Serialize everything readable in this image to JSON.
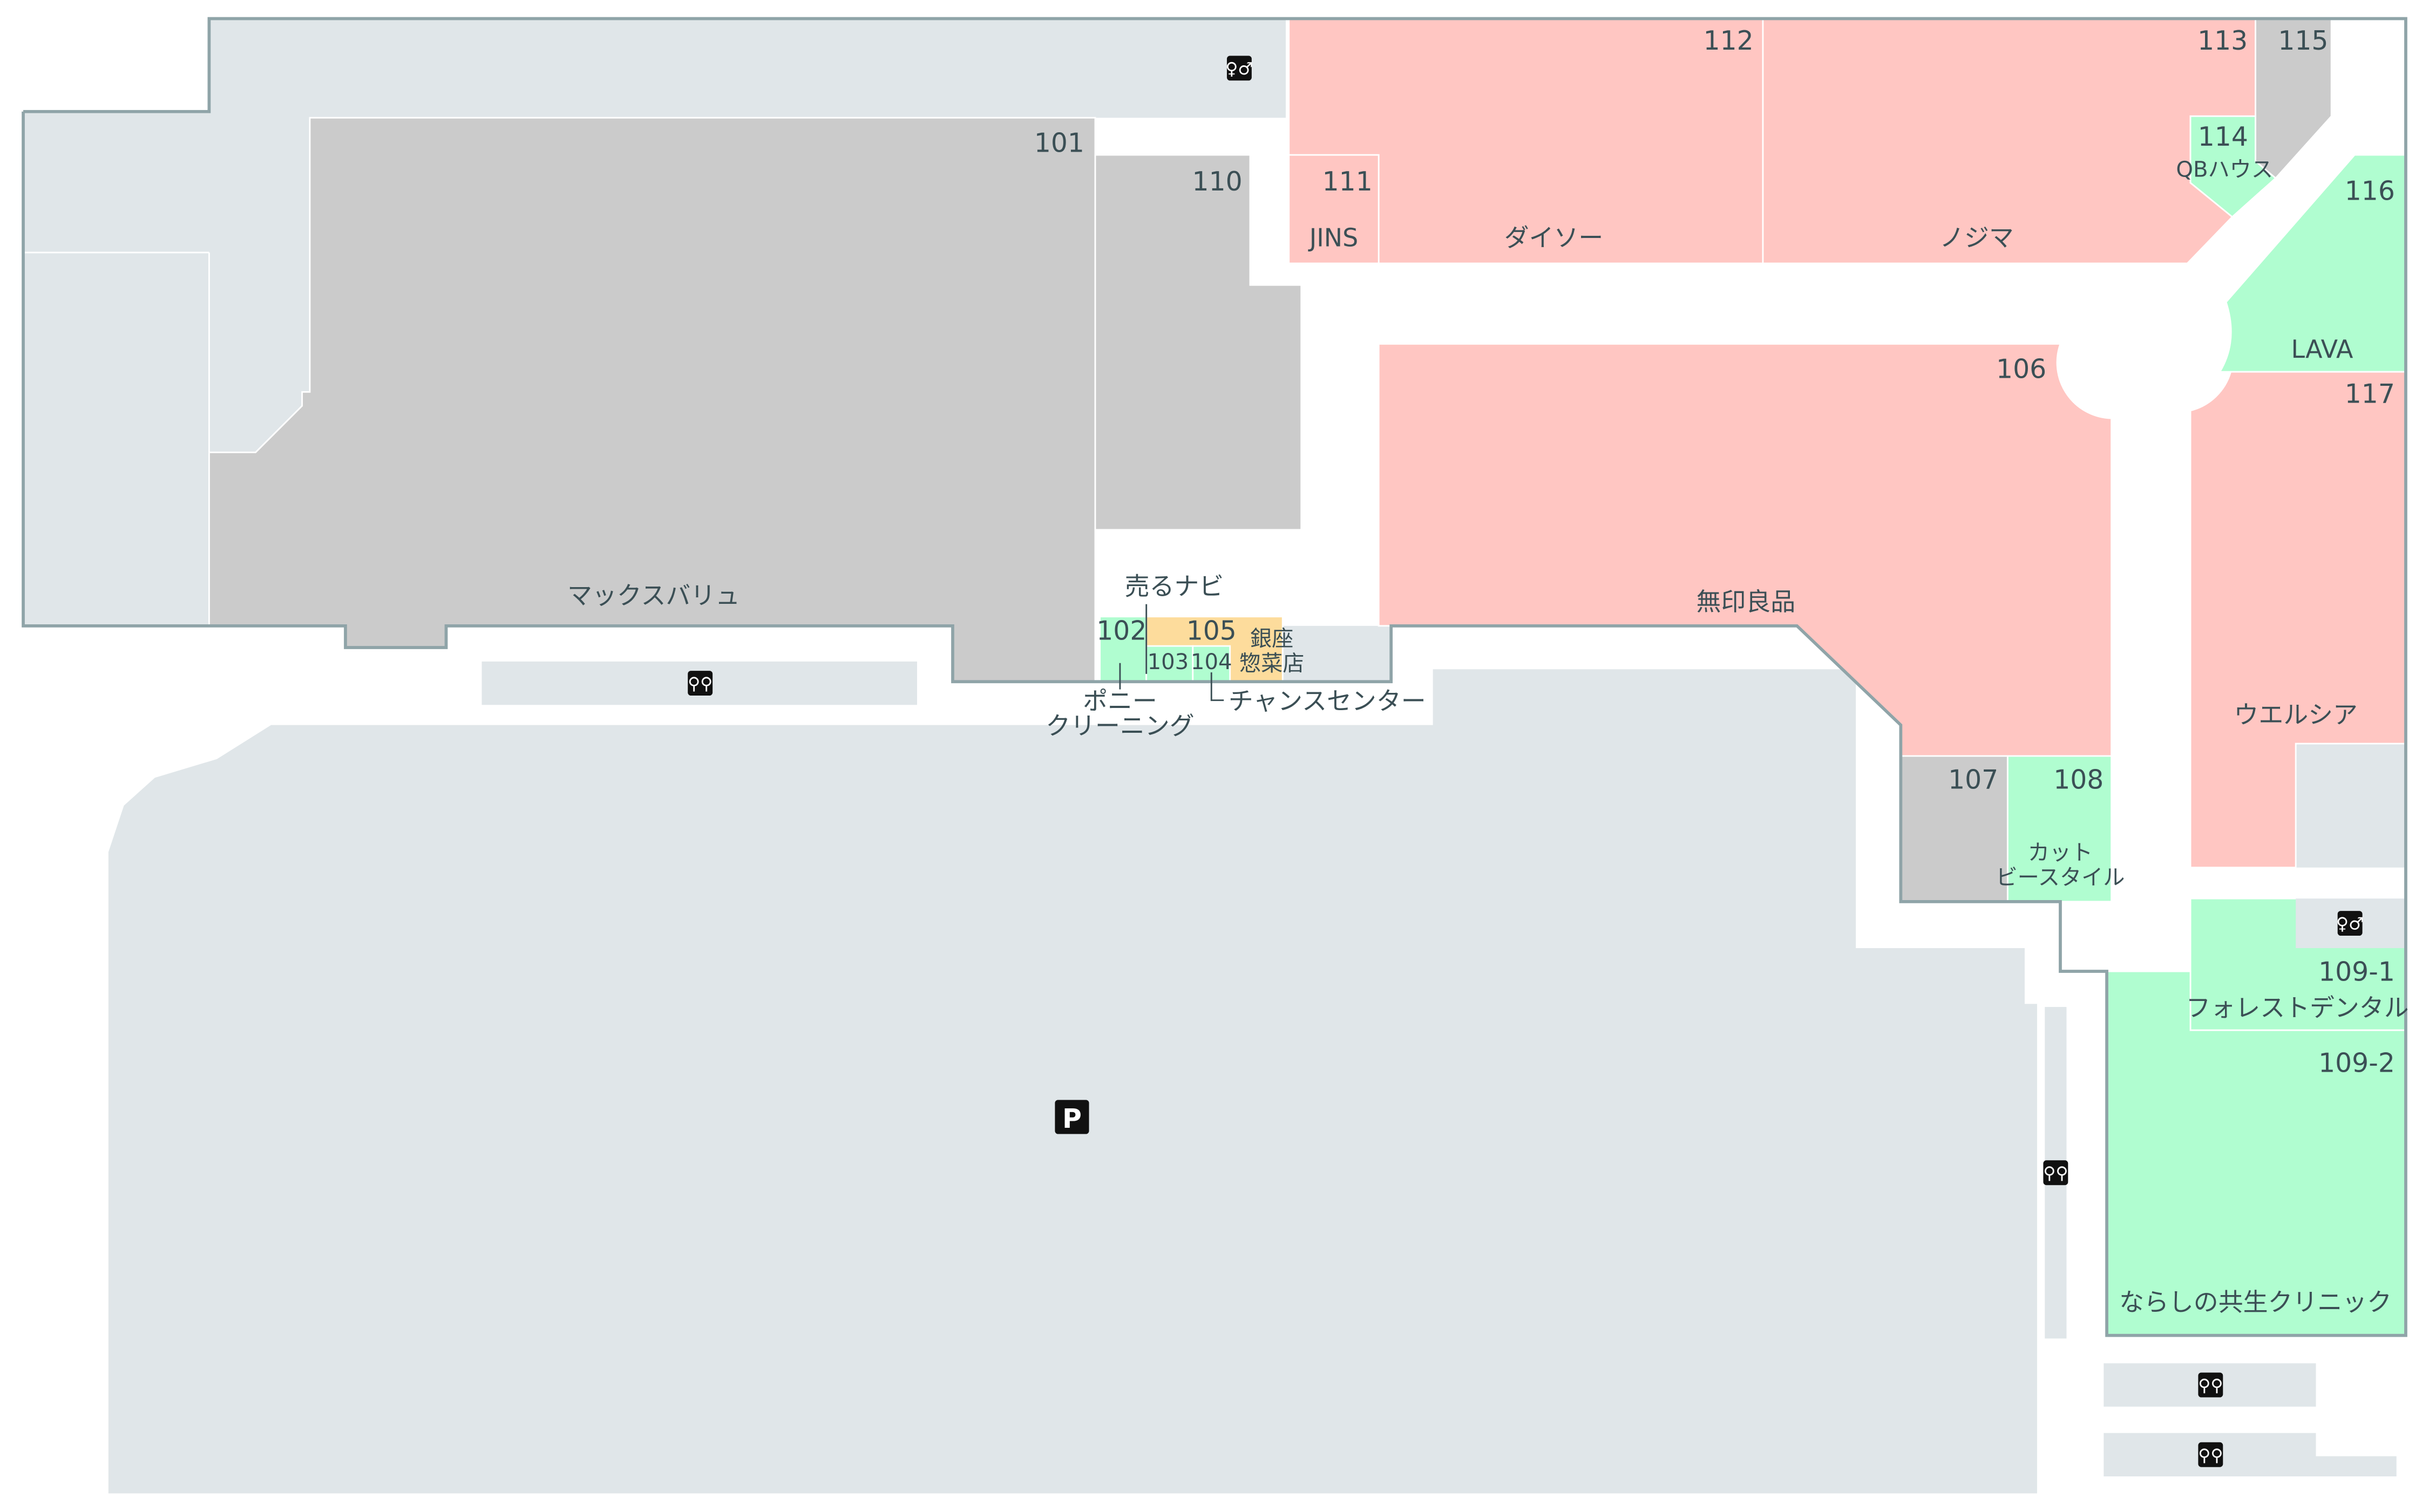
{
  "colors": {
    "retail_pink": "#ffc6c2",
    "service_green": "#b0fdd0",
    "vacant_gray": "#cbcbcb",
    "food_orange": "#fddc9c",
    "common_area": "#e0e6e9",
    "outline": "#8fa4a8",
    "text": "#3b4f55"
  },
  "units": {
    "u101": {
      "number": "101",
      "name": "マックスバリュ"
    },
    "u102": {
      "number": "102",
      "name_line1": "ポニー",
      "name_line2": "クリーニング"
    },
    "u103": {
      "number": "103",
      "name": "売るナビ"
    },
    "u104": {
      "number": "104",
      "name": "チャンスセンター"
    },
    "u105": {
      "number": "105",
      "name_line1": "銀座",
      "name_line2": "惣菜店"
    },
    "u106": {
      "number": "106",
      "name": "無印良品"
    },
    "u107": {
      "number": "107"
    },
    "u108": {
      "number": "108",
      "name_line1": "カット",
      "name_line2": "ビースタイル"
    },
    "u109_1": {
      "number": "109-1",
      "name": "フォレストデンタル"
    },
    "u109_2": {
      "number": "109-2",
      "name": "ならしの共生クリニック"
    },
    "u110": {
      "number": "110"
    },
    "u111": {
      "number": "111",
      "name": "JINS"
    },
    "u112": {
      "number": "112",
      "name": "ダイソー"
    },
    "u113": {
      "number": "113",
      "name": "ノジマ"
    },
    "u114": {
      "number": "114",
      "name": "QBハウス"
    },
    "u115": {
      "number": "115"
    },
    "u116": {
      "number": "116",
      "name": "LAVA"
    },
    "u117": {
      "number": "117",
      "name": "ウエルシア"
    }
  },
  "icons": {
    "restroom": "restroom-icon",
    "bicycle": "bicycle-parking-icon",
    "parking": "car-parking-icon",
    "parking_label": "P"
  }
}
